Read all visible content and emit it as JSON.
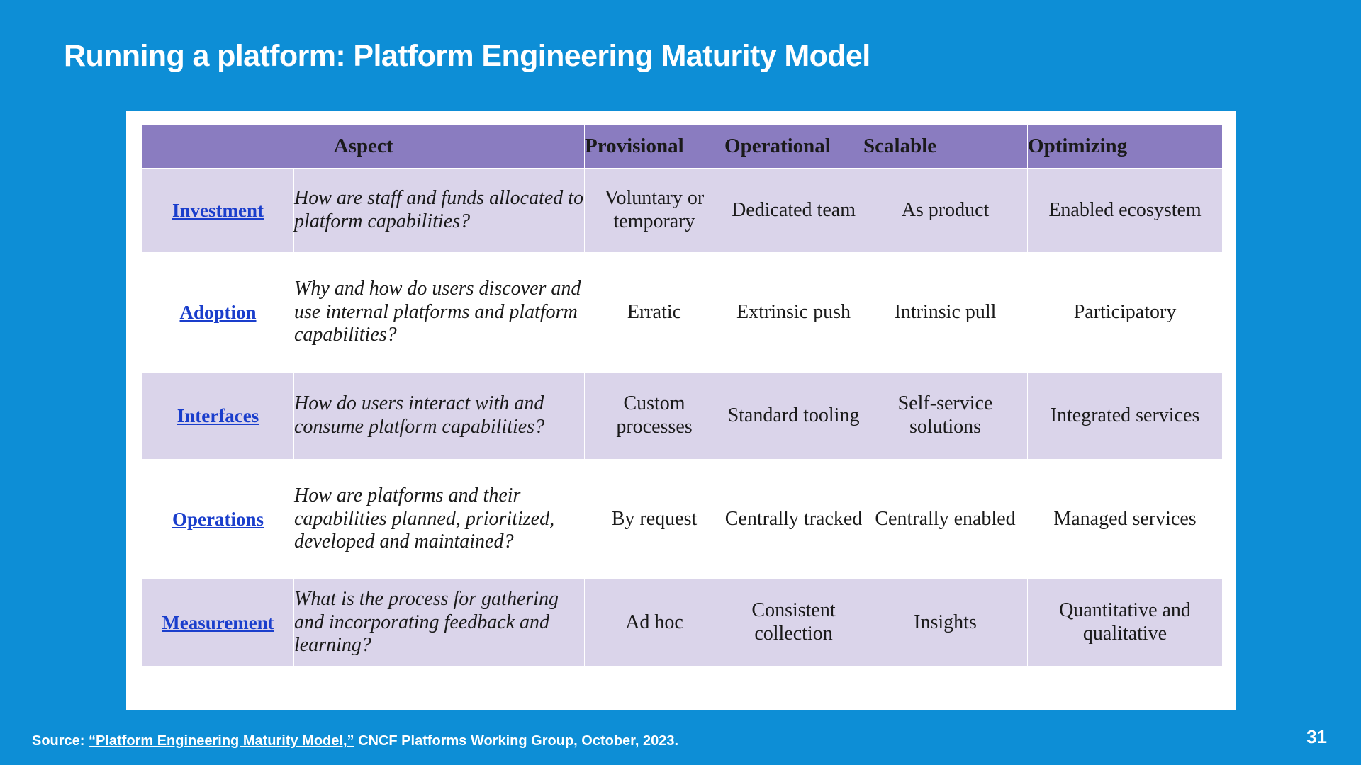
{
  "slide": {
    "title": "Running a platform: Platform Engineering Maturity Model",
    "page_number": "31",
    "background_color": "#0d8ed6",
    "accent_header_color": "#8a7cc0",
    "shaded_row_color": "#dad4ea",
    "link_color": "#1a3ecc"
  },
  "footer": {
    "prefix": "Source: ",
    "link_text": "“Platform Engineering Maturity Model,”",
    "suffix": " CNCF Platforms Working Group, October, 2023."
  },
  "table": {
    "headers": {
      "aspect": "Aspect",
      "question": "",
      "stages": [
        "Provisional",
        "Operational",
        "Scalable",
        "Optimizing"
      ]
    },
    "rows": [
      {
        "aspect": "Investment",
        "question": "How are staff and funds allocated to platform capabilities?",
        "provisional": "Voluntary or temporary",
        "operational": "Dedicated team",
        "scalable": "As product",
        "optimizing": "Enabled ecosystem"
      },
      {
        "aspect": "Adoption",
        "question": "Why and how do users discover and use internal platforms and platform capabilities?",
        "provisional": "Erratic",
        "operational": "Extrinsic push",
        "scalable": "Intrinsic pull",
        "optimizing": "Participatory"
      },
      {
        "aspect": "Interfaces",
        "question": "How do users interact with and consume platform capabilities?",
        "provisional": "Custom processes",
        "operational": "Standard tooling",
        "scalable": "Self-service solutions",
        "optimizing": "Integrated services"
      },
      {
        "aspect": "Operations",
        "question": "How are platforms and their capabilities planned, prioritized, developed and maintained?",
        "provisional": "By request",
        "operational": "Centrally tracked",
        "scalable": "Centrally enabled",
        "optimizing": "Managed services"
      },
      {
        "aspect": "Measurement",
        "question": "What is the process for gathering and incorporating feedback and learning?",
        "provisional": "Ad hoc",
        "operational": "Consistent collection",
        "scalable": "Insights",
        "optimizing": "Quantitative and qualitative"
      }
    ]
  }
}
